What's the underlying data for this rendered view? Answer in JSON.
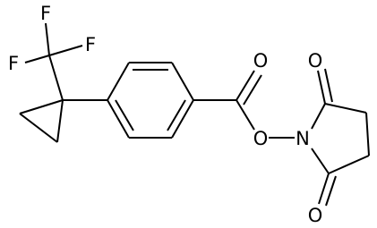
{
  "molecule": {
    "atoms": [
      {
        "id": "f1",
        "symbol": "F"
      },
      {
        "id": "f2",
        "symbol": "F"
      },
      {
        "id": "f3",
        "symbol": "F"
      },
      {
        "id": "o-carbonyl",
        "symbol": "O"
      },
      {
        "id": "o-ester",
        "symbol": "O"
      },
      {
        "id": "n-imide",
        "symbol": "N"
      },
      {
        "id": "o-imide-top",
        "symbol": "O"
      },
      {
        "id": "o-imide-bottom",
        "symbol": "O"
      }
    ]
  },
  "colors": {
    "bond": "#000000",
    "label": "#000000",
    "background": "#ffffff"
  }
}
